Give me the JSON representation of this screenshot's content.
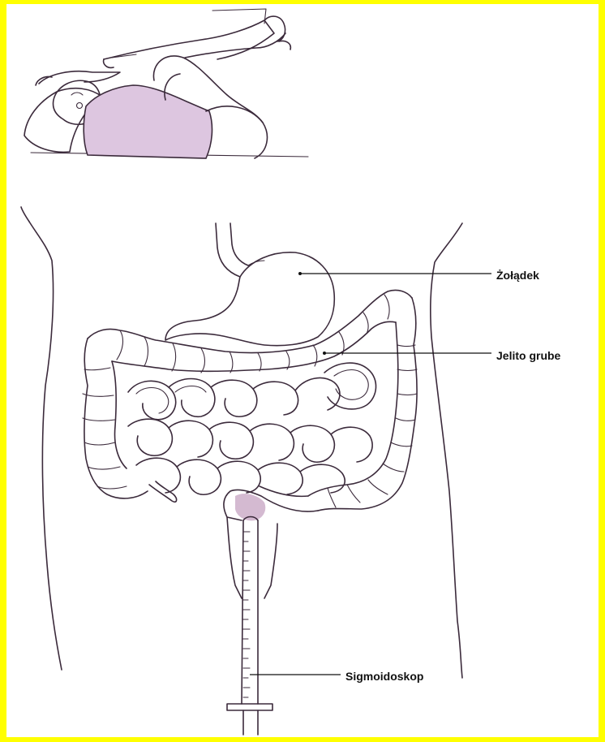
{
  "colors": {
    "border": "#ffff00",
    "background": "#ffffff",
    "line": "#3b2a3b",
    "shirt": "#ddc6e0"
  },
  "labels": {
    "stomach": "Żołądek",
    "colon": "Jelito grube",
    "sigmoidoscope": "Sigmoidoskop"
  }
}
